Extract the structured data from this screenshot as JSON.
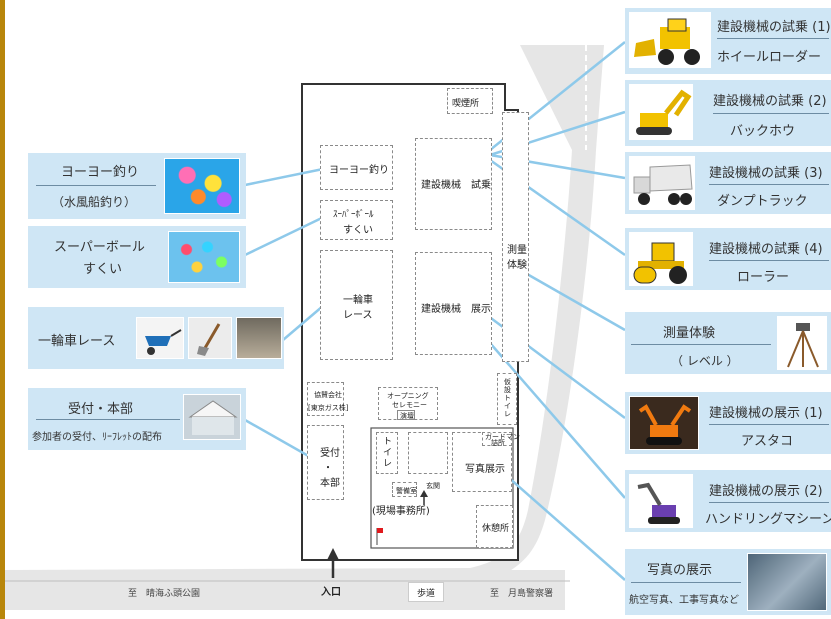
{
  "map": {
    "zones": {
      "smoking": "喫煙所",
      "yoyo": "ヨーヨー釣り",
      "superball_1": "ｽｰﾊﾟｰﾎﾞｰﾙ",
      "superball_2": "すくい",
      "trial_ride": "建設機械　試乗",
      "wheelbarrow_1": "一輪車",
      "wheelbarrow_2": "レース",
      "exhibit": "建設機械　展示",
      "survey_1": "測量",
      "survey_2": "体験",
      "gas_1": "協賛会社",
      "gas_2": "[東京ガス株]",
      "ceremony_1": "オープニング",
      "ceremony_2": "セレモニー",
      "podium": "演壇",
      "temp_toilet": "仮設トイレ",
      "reception_1": "受付",
      "reception_2": "・",
      "reception_3": "本部",
      "toilet": "トイレ",
      "guard_1": "ガードマン",
      "guard_2": "詰所",
      "photo_exhibit": "写真展示",
      "guard_room": "警備室",
      "entrance": "玄関",
      "site_office": "(現場事務所)",
      "rest": "休憩所"
    },
    "road": {
      "west": "至　晴海ふ頭公園",
      "gate": "入口",
      "sidewalk": "歩道",
      "east": "至　月島警察署"
    }
  },
  "callouts": {
    "yoyo": {
      "title": "ヨーヨー釣り",
      "sub": "（水風船釣り）",
      "photo": "water-balloons-photo"
    },
    "superball": {
      "title": "スーパーボール",
      "sub": "すくい",
      "photo": "super-balls-photo"
    },
    "wheelbarrow": {
      "title": "一輪車レース",
      "photo": "wheelbarrow-photos"
    },
    "reception": {
      "title": "受付・本部",
      "sub": "参加者の受付、ﾘｰﾌﾚｯﾄの配布",
      "photo": "tent-photo"
    },
    "trial1": {
      "title": "建設機械の試乗 (1)",
      "sub": "ホイールローダー",
      "photo": "wheel-loader-photo"
    },
    "trial2": {
      "title": "建設機械の試乗 (2)",
      "sub": "バックホウ",
      "photo": "backhoe-photo"
    },
    "trial3": {
      "title": "建設機械の試乗 (3)",
      "sub": "ダンプトラック",
      "photo": "dump-truck-photo"
    },
    "trial4": {
      "title": "建設機械の試乗 (4)",
      "sub": "ローラー",
      "photo": "roller-photo"
    },
    "survey": {
      "title": "測量体験",
      "sub": "（ レベル ）",
      "photo": "level-tripod-photo"
    },
    "exhibit1": {
      "title": "建設機械の展示 (1)",
      "sub": "アスタコ",
      "photo": "astaco-photo"
    },
    "exhibit2": {
      "title": "建設機械の展示 (2)",
      "sub": "ハンドリングマシーン",
      "photo": "handling-machine-photo"
    },
    "photos": {
      "title": "写真の展示",
      "sub": "航空写真、工事写真など",
      "photo": "aerial-photo"
    }
  },
  "colors": {
    "callout_bg": "#cfe6f5",
    "leader": "#8ec9ea",
    "accent_gold": "#b8860b",
    "road": "#e6e6e6",
    "flag": "#e0191d"
  }
}
